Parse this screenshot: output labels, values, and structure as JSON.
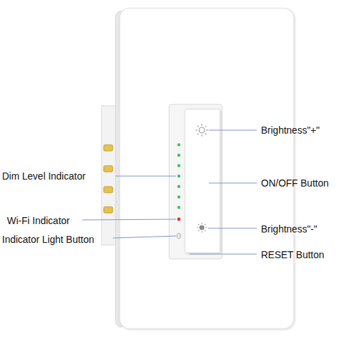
{
  "diagram": {
    "labels": [
      "Brightness\"+\"",
      "Dim Level Indicator",
      "ON/OFF Button",
      "Wi-Fi Indicator",
      "Indicator Light Button",
      "Brightness\"-\"",
      "RESET Button"
    ]
  }
}
